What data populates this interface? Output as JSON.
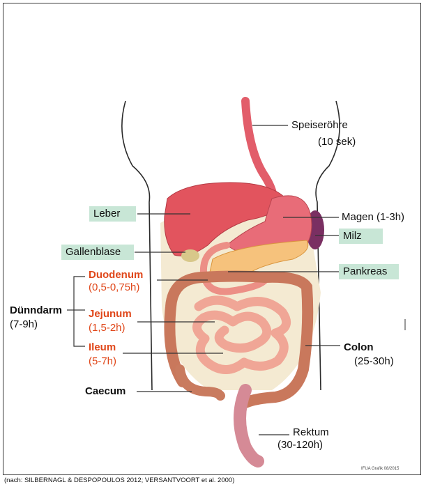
{
  "labels": {
    "speiseroehre": "Speiseröhre",
    "speiseroehre_time": "(10 sek)",
    "leber": "Leber",
    "magen": "Magen (1-3h)",
    "milz": "Milz",
    "gallenblase": "Gallenblase",
    "pankreas": "Pankreas",
    "duodenum": "Duodenum",
    "duodenum_time": "(0,5-0,75h)",
    "jejunum": "Jejunum",
    "jejunum_time": "(1,5-2h)",
    "ileum": "Ileum",
    "ileum_time": "(5-7h)",
    "duenndarm": "Dünndarm",
    "duenndarm_time": "(7-9h)",
    "colon": "Colon",
    "colon_time": "(25-30h)",
    "caecum": "Caecum",
    "rektum": "Rektum",
    "rektum_time": "(30-120h)"
  },
  "credit": "(nach: SILBERNAGL & DESPOPOULOS 2012; VERSANTVOORT et al. 2000)",
  "watermark": "IFUA Grafik 08/2015",
  "colors": {
    "box_fill": "#c8e6d6",
    "highlight_text": "#e0471a",
    "organ_red": "#e25d6a",
    "intestine_pink": "#f0a696",
    "colon_brown": "#c9785c",
    "pancreas_orange": "#f6c27c"
  }
}
